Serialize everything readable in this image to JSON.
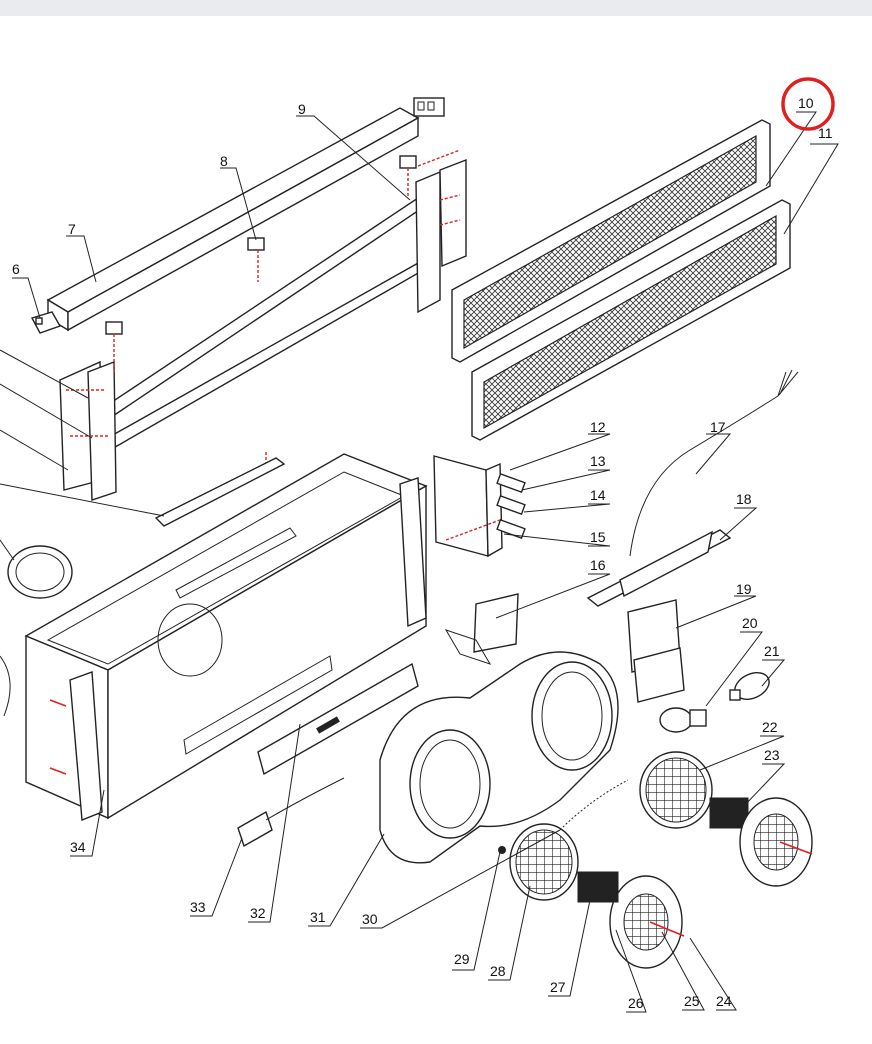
{
  "diagram": {
    "highlight_part": "10",
    "labels": {
      "p6": "6",
      "p7": "7",
      "p8": "8",
      "p9": "9",
      "p10": "10",
      "p11": "11",
      "p12": "12",
      "p13": "13",
      "p14": "14",
      "p15": "15",
      "p16": "16",
      "p17": "17",
      "p18": "18",
      "p19": "19",
      "p20": "20",
      "p21": "21",
      "p22": "22",
      "p23": "23",
      "p24": "24",
      "p25": "25",
      "p26": "26",
      "p27": "27",
      "p28": "28",
      "p29": "29",
      "p30": "30",
      "p31": "31",
      "p32": "32",
      "p33": "33",
      "p34": "34"
    },
    "colors": {
      "lines": "#222222",
      "screws": "#e02020",
      "highlight": "#e02020"
    }
  }
}
